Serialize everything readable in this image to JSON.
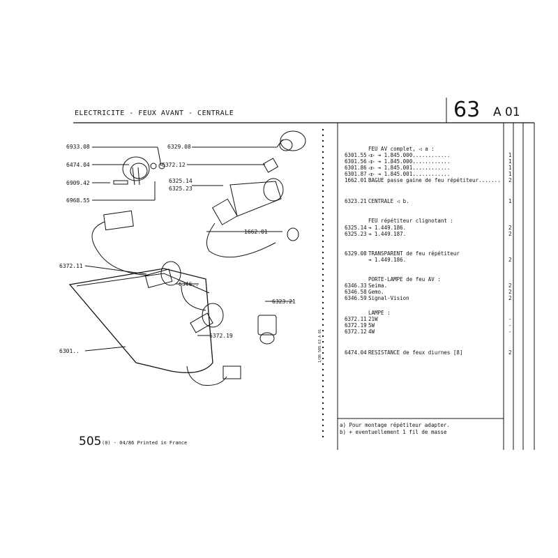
{
  "header": {
    "title": "ELECTRICITE - FEUX AVANT - CENTRALE",
    "section": "63",
    "code": "A 01"
  },
  "footer": {
    "page": "505",
    "printed": "(0) - 04/86 Printed in France",
    "side_code": "1/86 505 63 A 01"
  },
  "diagram_labels": [
    {
      "id": "6933",
      "text": "6933.08"
    },
    {
      "id": "6474",
      "text": "6474.04"
    },
    {
      "id": "6909",
      "text": "6909.42"
    },
    {
      "id": "6968",
      "text": "6968.55"
    },
    {
      "id": "6329",
      "text": "6329.08"
    },
    {
      "id": "6372a",
      "text": "6372.12"
    },
    {
      "id": "632514",
      "text": "6325.14"
    },
    {
      "id": "632523",
      "text": "6325.23"
    },
    {
      "id": "1662",
      "text": "1662.01"
    },
    {
      "id": "637211",
      "text": "6372.11"
    },
    {
      "id": "6346",
      "text": "6346.."
    },
    {
      "id": "6323",
      "text": "6323.21"
    },
    {
      "id": "637219",
      "text": "6372.19"
    },
    {
      "id": "6301",
      "text": "6301.."
    }
  ],
  "parts": [
    {
      "ref": "",
      "desc": "FEU AV complet, ◁ a :",
      "qty": ""
    },
    {
      "ref": "6301.55",
      "desc": "◁▷ ⇥ 1.845.000............",
      "qty": "1"
    },
    {
      "ref": "6301.56",
      "desc": "◁▷ ⇥ 1.845.000............",
      "qty": "1"
    },
    {
      "ref": "6301.86",
      "desc": "◁▷ ⇥ 1.845.001............",
      "qty": "1"
    },
    {
      "ref": "6301.87",
      "desc": "◁▷ ⇥ 1.845.001............",
      "qty": "1"
    },
    {
      "ref": "1662.01",
      "desc": "BAGUE passe gaine de feu répétiteur.......",
      "qty": "2"
    },
    {
      "ref": "6323.21",
      "desc": "CENTRALE ◁ b.",
      "qty": "1"
    },
    {
      "ref": "",
      "desc": "FEU répétiteur clignotant :",
      "qty": ""
    },
    {
      "ref": "6325.14",
      "desc": "⇥ 1.449.186.",
      "qty": "2"
    },
    {
      "ref": "6325.23",
      "desc": "⇥ 1.449.187.",
      "qty": "2"
    },
    {
      "ref": "6329.08",
      "desc": "TRANSPARENT de feu répétiteur",
      "qty": ""
    },
    {
      "ref": "",
      "desc": "⇥ 1.449.186.",
      "qty": "2"
    },
    {
      "ref": "",
      "desc": "PORTE-LAMPE de feu AV :",
      "qty": ""
    },
    {
      "ref": "6346.33",
      "desc": "Seima.",
      "qty": "2"
    },
    {
      "ref": "6346.58",
      "desc": "Gemo.",
      "qty": "2"
    },
    {
      "ref": "6346.59",
      "desc": "Signal-Vision",
      "qty": "2"
    },
    {
      "ref": "",
      "desc": "LAMPE :",
      "qty": ""
    },
    {
      "ref": "6372.11",
      "desc": "21W",
      "qty": "-"
    },
    {
      "ref": "6372.19",
      "desc": "5W",
      "qty": "-"
    },
    {
      "ref": "6372.12",
      "desc": "4W",
      "qty": "-"
    },
    {
      "ref": "6474.04",
      "desc": "RESISTANCE de feux diurnes [8]",
      "qty": "2"
    }
  ],
  "notes": [
    "a) Pour montage répétiteur adapter.",
    "b) + eventuellement 1 fil de masse"
  ]
}
